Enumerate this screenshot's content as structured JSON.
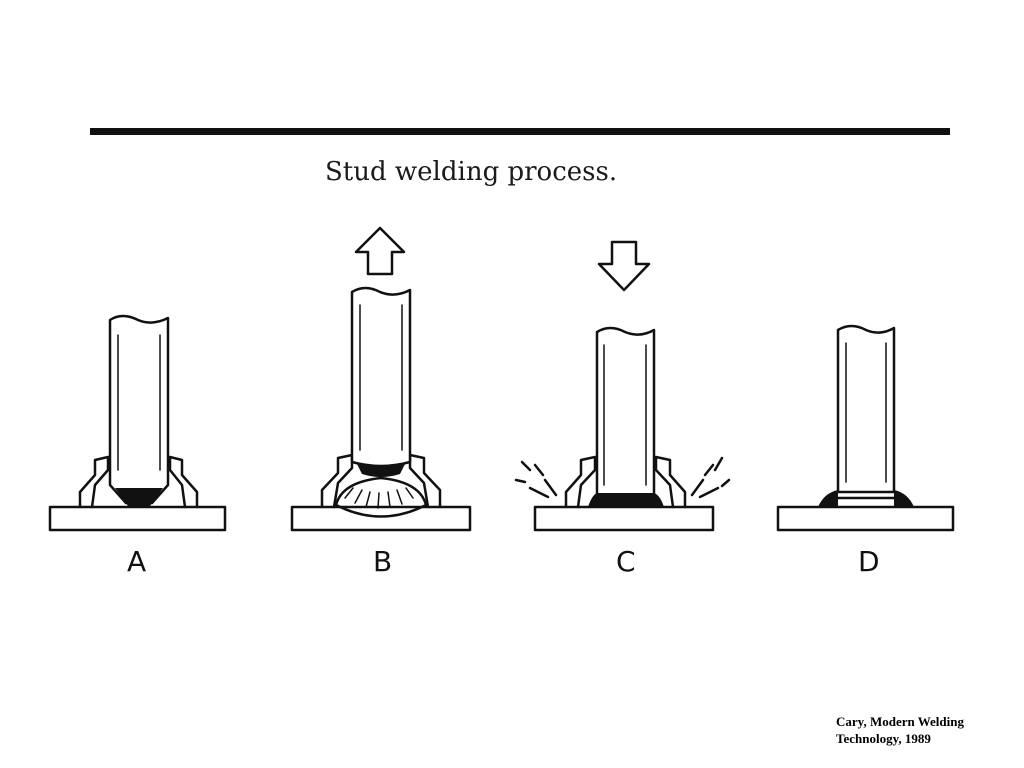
{
  "figure": {
    "title": "Stud welding process.",
    "steps": [
      {
        "label": "A"
      },
      {
        "label": "B"
      },
      {
        "label": "C"
      },
      {
        "label": "D"
      }
    ],
    "citation": {
      "line1": "Cary, Modern Welding",
      "line2": "Technology, 1989"
    }
  }
}
